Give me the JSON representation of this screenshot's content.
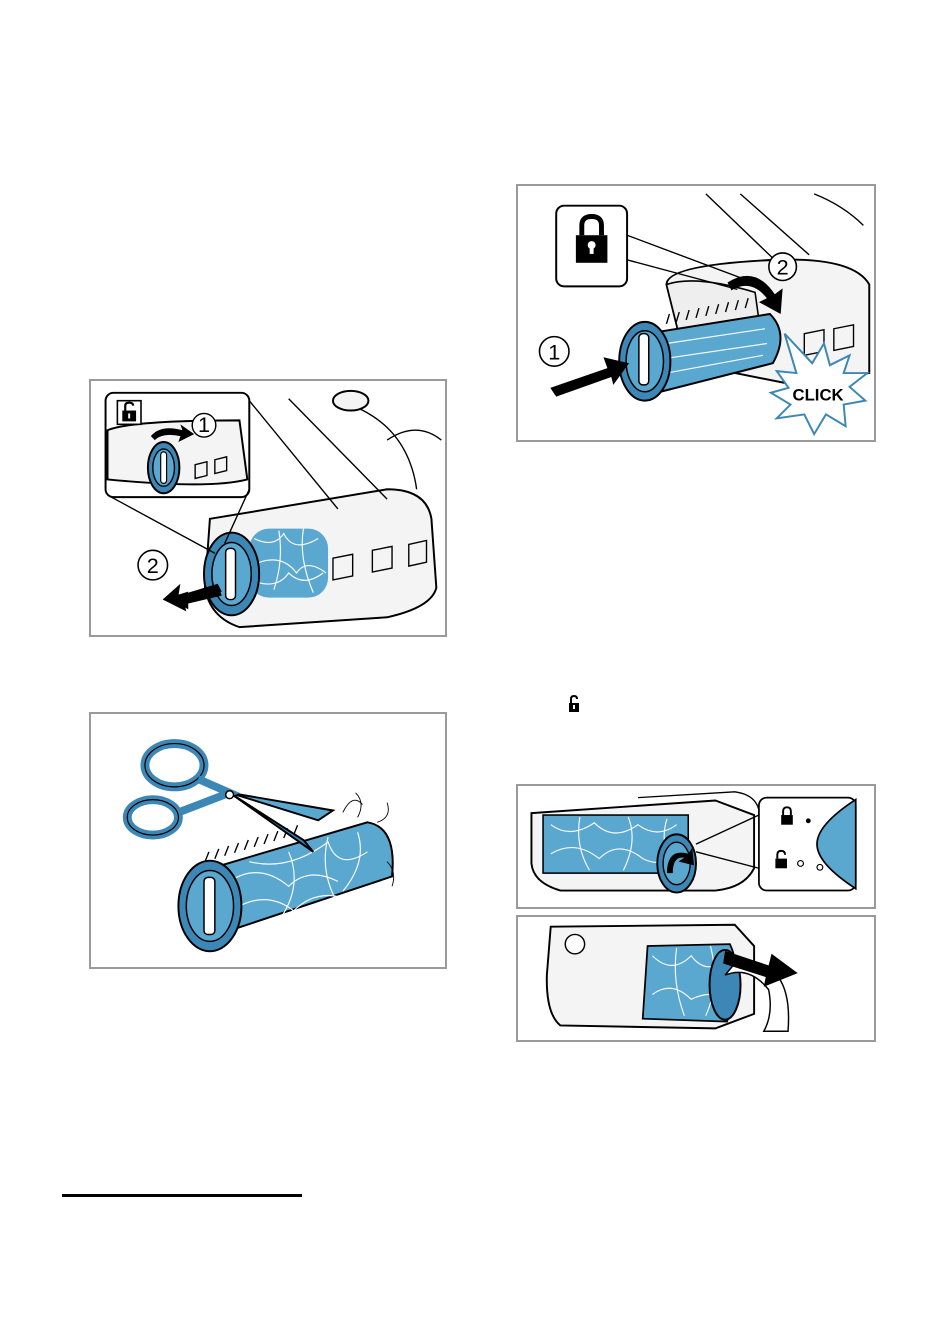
{
  "figures": {
    "remove": {
      "step_1": "1",
      "step_2": "2"
    },
    "insert": {
      "step_1": "1",
      "step_2": "2",
      "click_label": "CLICK"
    }
  },
  "icons": {
    "unlock": "unlock-icon",
    "lock": "lock-icon",
    "scissors": "scissors-icon",
    "arrow": "arrow-icon"
  },
  "colors": {
    "accent_blue": "#5aa7cf",
    "frame_gray": "#9a9a9a"
  }
}
